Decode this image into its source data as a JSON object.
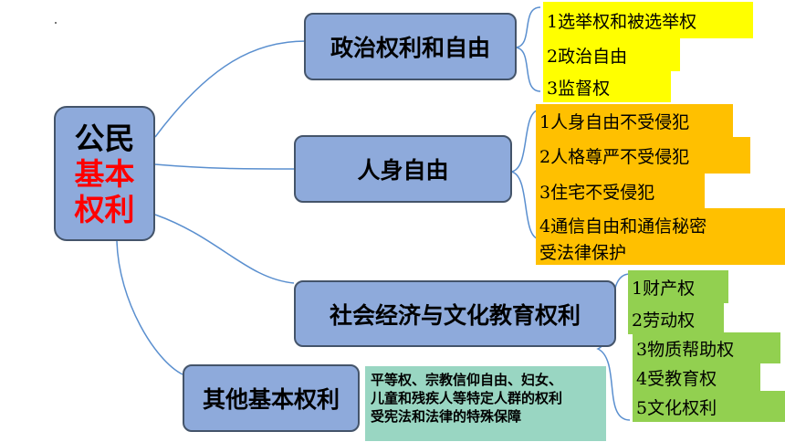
{
  "root": {
    "line1": "公民",
    "line2": "基本",
    "line3": "权利"
  },
  "categories": [
    {
      "label": "政治权利和自由"
    },
    {
      "label": "人身自由"
    },
    {
      "label": "社会经济与文化教育权利"
    },
    {
      "label": "其他基本权利"
    }
  ],
  "political": [
    "1选举权和被选举权",
    "2政治自由",
    "3监督权"
  ],
  "personal": [
    "1人身自由不受侵犯",
    "2人格尊严不受侵犯",
    "3住宅不受侵犯",
    "4通信自由和通信秘密",
    "受法律保护"
  ],
  "social": [
    "1财产权",
    "2劳动权",
    "3物质帮助权",
    "4受教育权",
    "5文化权利"
  ],
  "other_note": [
    "平等权、宗教信仰自由、妇女、",
    "儿童和残疾人等特定人群的权利",
    "受宪法和法律的特殊保障"
  ],
  "colors": {
    "box_fill": "#8eaadb",
    "box_border": "#44546a",
    "connector": "#5a8fcf",
    "yellow": "#ffff00",
    "orange": "#ffc000",
    "green": "#92d050",
    "note": "#99d6c2",
    "root_red": "#ff0000"
  }
}
